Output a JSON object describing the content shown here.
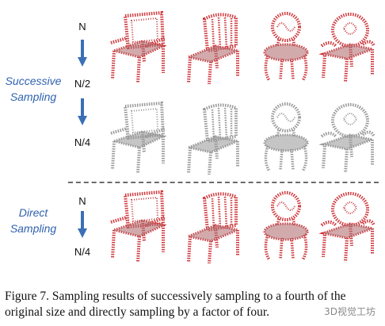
{
  "labels": {
    "n_top": "N",
    "n_half": "N/2",
    "n_quarter_a": "N/4",
    "n_bottom": "N",
    "n_quarter_b": "N/4"
  },
  "groups": {
    "successive_line1": "Successive",
    "successive_line2": "Sampling",
    "direct_line1": "Direct",
    "direct_line2": "Sampling"
  },
  "colors": {
    "sampled_points": "#d8262b",
    "remaining_points": "#9a9a9a",
    "group_label": "#2f62b0",
    "arrow": "#3b6fb6"
  },
  "caption": "Figure 7. Sampling results of successively sampling to a fourth of the original size and directly sampling by a factor of four.",
  "watermark": "3D视觉工坊"
}
